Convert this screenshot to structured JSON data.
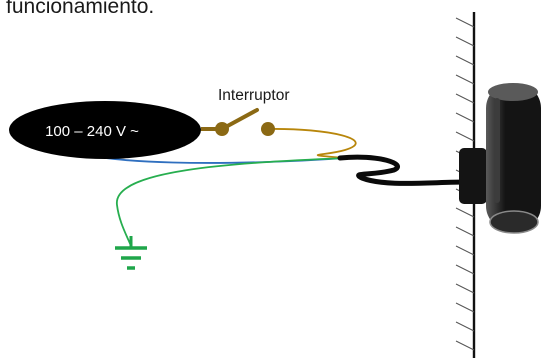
{
  "caption": "funcionamiento.",
  "source": {
    "label": "100 – 240 V ~",
    "fill": "#000000",
    "text_color": "#ffffff"
  },
  "switch": {
    "label": "Interruptor",
    "color": "#8b6914"
  },
  "wires": {
    "live": "#b8860b",
    "neutral": "#2f6fbf",
    "ground": "#27ae4f",
    "cable": "#0a0a0a"
  },
  "ground_symbol": {
    "color": "#1fa64a"
  },
  "wall": {
    "color": "#111111"
  },
  "lamp": {
    "body": "#141414",
    "highlight": "#5a5a5a"
  }
}
